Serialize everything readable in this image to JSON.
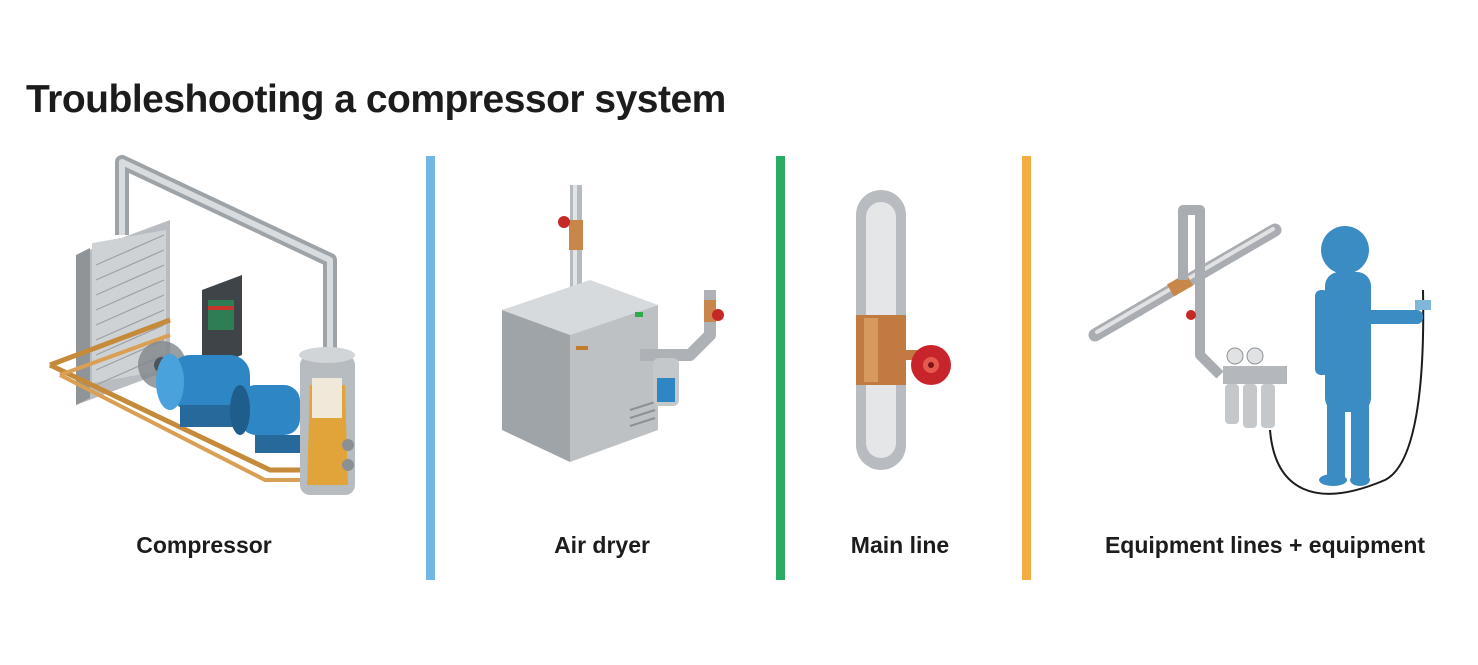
{
  "title": "Troubleshooting a compressor system",
  "sections": [
    {
      "label": "Compressor",
      "icon": "compressor-icon"
    },
    {
      "label": "Air dryer",
      "icon": "air-dryer-icon"
    },
    {
      "label": "Main line",
      "icon": "main-line-icon"
    },
    {
      "label": "Equipment lines + equipment",
      "icon": "equipment-lines-icon"
    }
  ],
  "divider_colors": [
    "#72b7e4",
    "#2bab63",
    "#f6ad3f"
  ]
}
